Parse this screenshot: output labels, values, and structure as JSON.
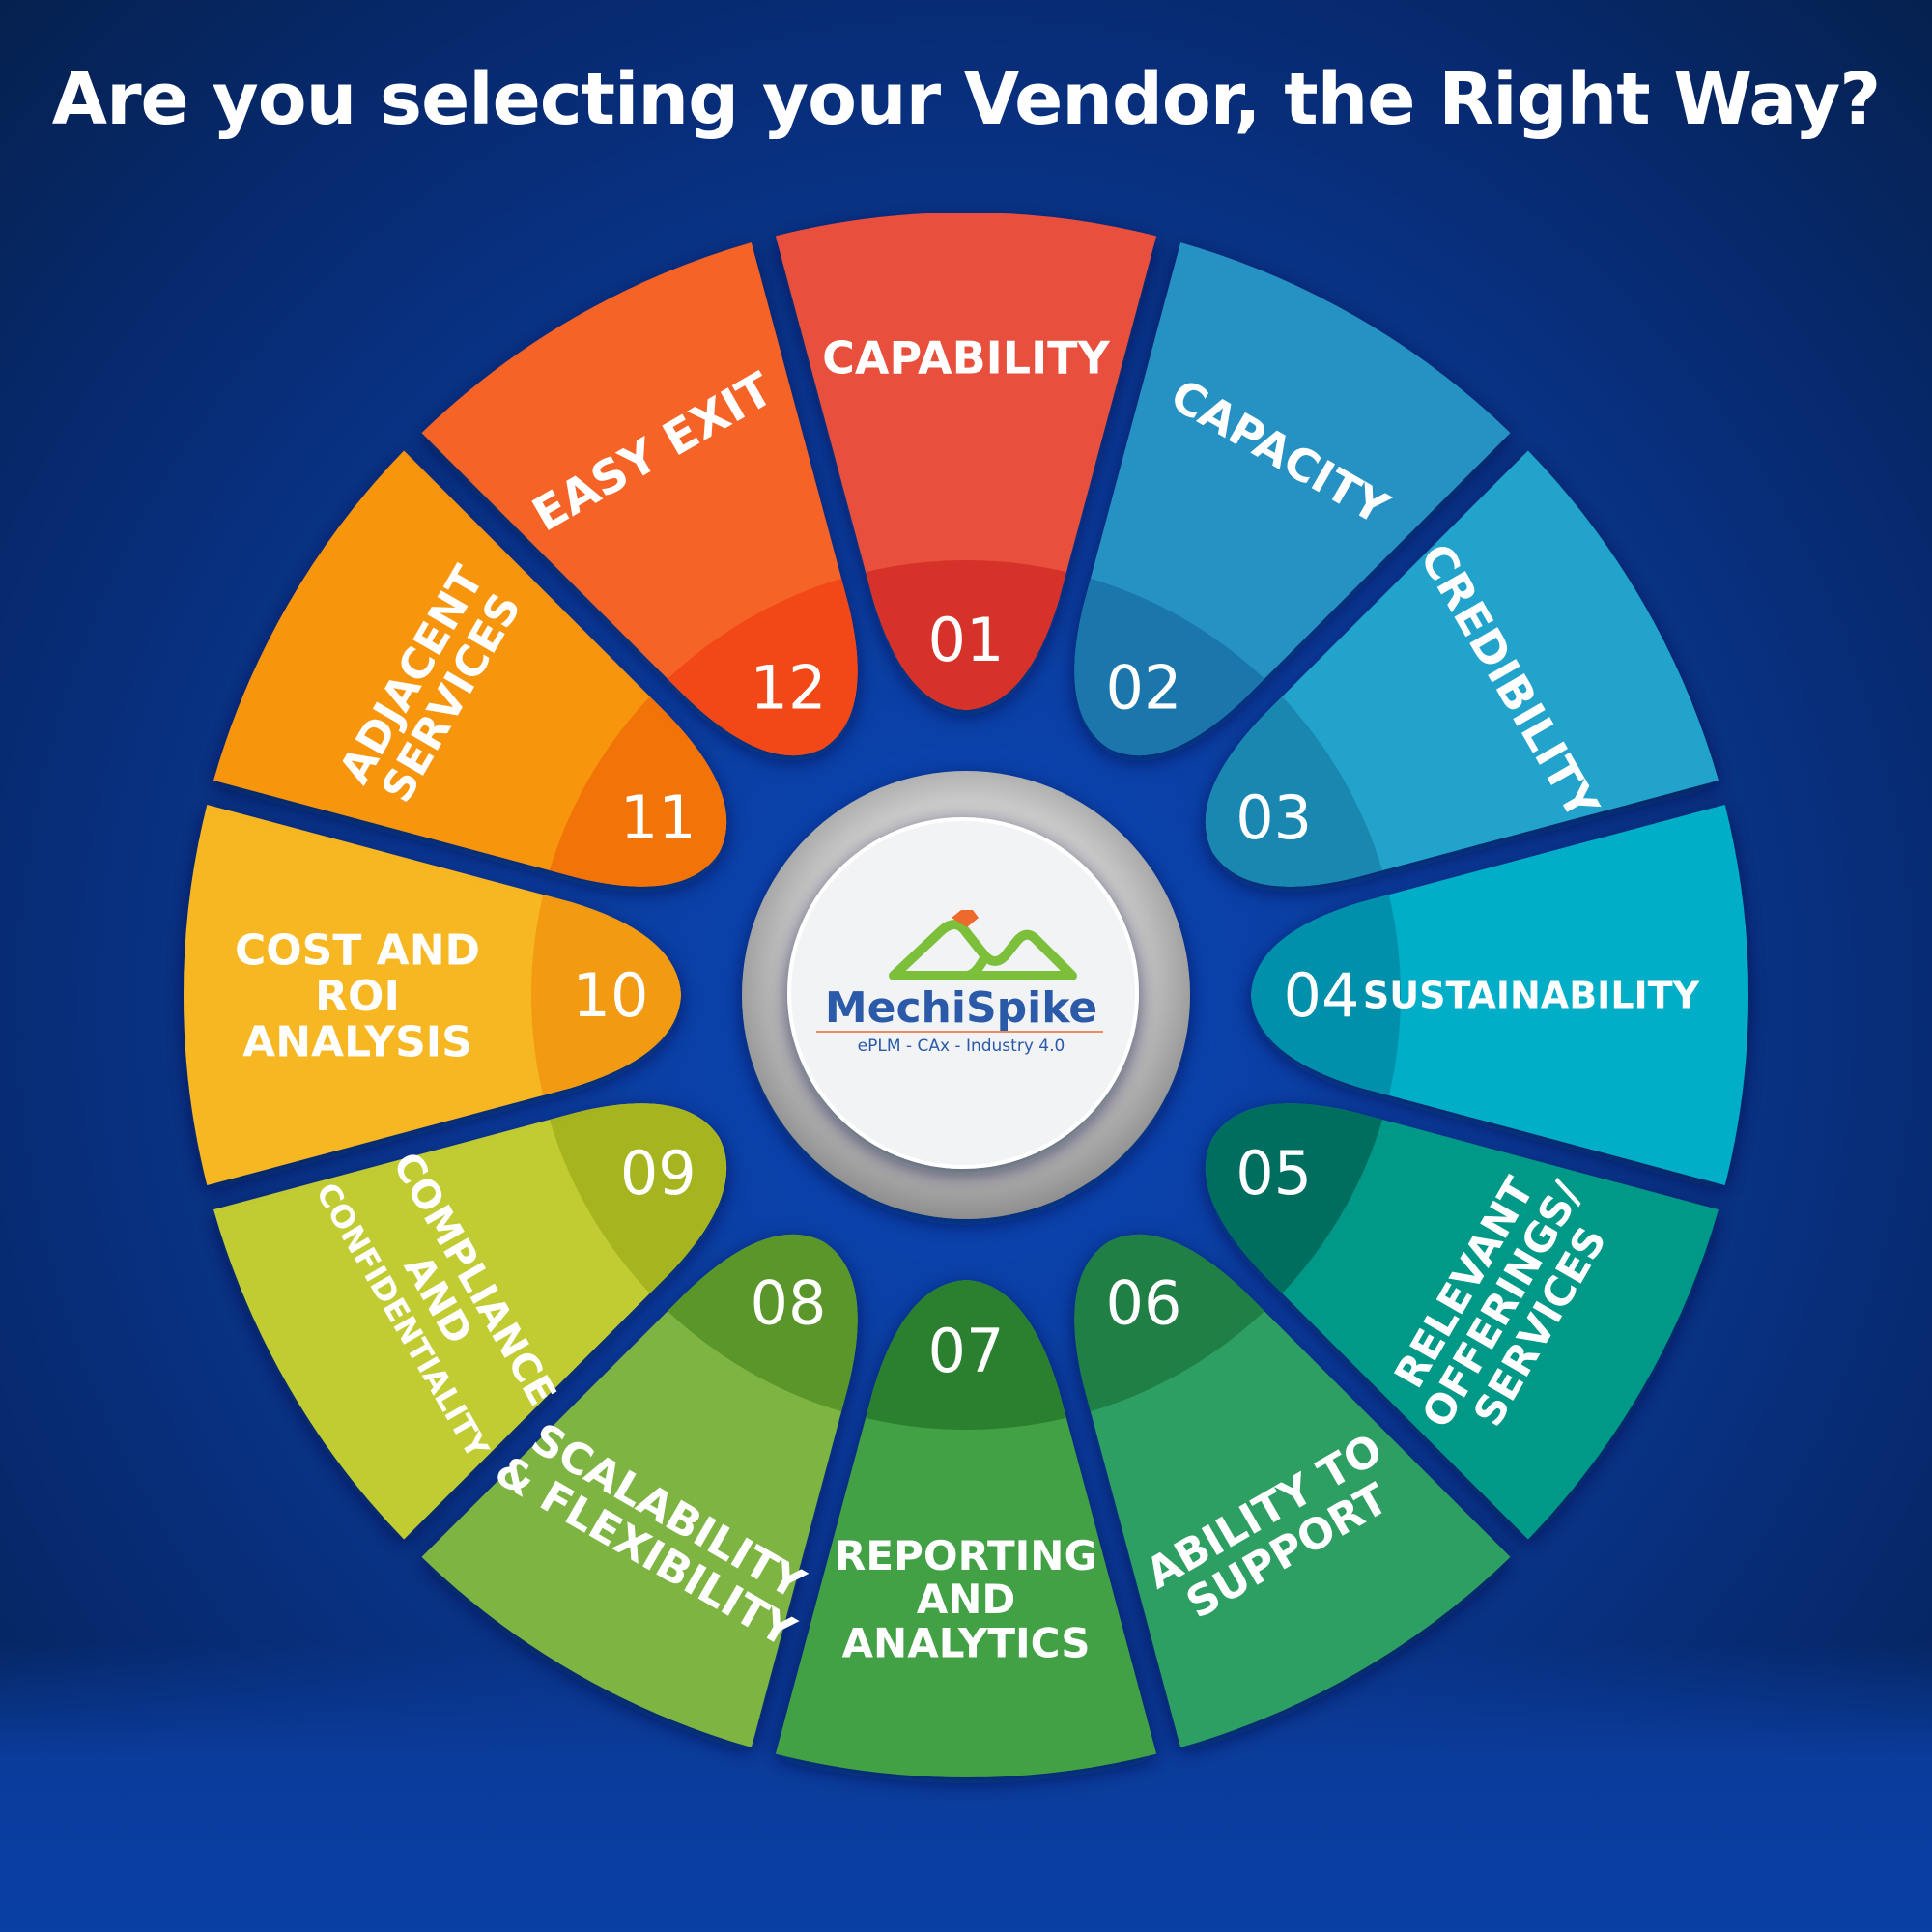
{
  "title": "Are you selecting your Vendor, the Right Way?",
  "logo": {
    "name": "MechiSpike",
    "tagline": "ePLM - CAx - Industry 4.0"
  },
  "segments": [
    {
      "number": "01",
      "lines": [
        "CAPABILITY"
      ],
      "color": "#e84f3d",
      "dark": "#d7322a"
    },
    {
      "number": "02",
      "lines": [
        "CAPACITY"
      ],
      "color": "#2891c3",
      "dark": "#1a76ab"
    },
    {
      "number": "03",
      "lines": [
        "CREDIBILITY"
      ],
      "color": "#22a3cb",
      "dark": "#1987b0"
    },
    {
      "number": "04",
      "lines": [
        "SUSTAINABILITY"
      ],
      "color": "#00afc7",
      "dark": "#0090ac"
    },
    {
      "number": "05",
      "lines": [
        "RELEVANT",
        "OFFERINGS/",
        "SERVICES"
      ],
      "color": "#009886",
      "dark": "#006e5e"
    },
    {
      "number": "06",
      "lines": [
        "ABILITY TO",
        "SUPPORT"
      ],
      "color": "#2f9f63",
      "dark": "#1f7f44"
    },
    {
      "number": "07",
      "lines": [
        "REPORTING",
        "AND",
        "ANALYTICS"
      ],
      "color": "#43a045",
      "dark": "#2b8030"
    },
    {
      "number": "08",
      "lines": [
        "SCALABILITY",
        "& FLEXIBILITY"
      ],
      "color": "#7db443",
      "dark": "#5a962a"
    },
    {
      "number": "09",
      "lines": [
        "COMPLIANCE",
        "AND",
        "CONFIDENTIALITY"
      ],
      "color": "#c1cb33",
      "dark": "#a6b420"
    },
    {
      "number": "10",
      "lines": [
        "COST AND",
        "ROI",
        "ANALYSIS"
      ],
      "color": "#f6b722",
      "dark": "#f29a12"
    },
    {
      "number": "11",
      "lines": [
        "ADJACENT",
        "SERVICES"
      ],
      "color": "#f7950c",
      "dark": "#f27308"
    },
    {
      "number": "12",
      "lines": [
        "EASY EXIT"
      ],
      "color": "#f66326",
      "dark": "#f24717"
    }
  ]
}
